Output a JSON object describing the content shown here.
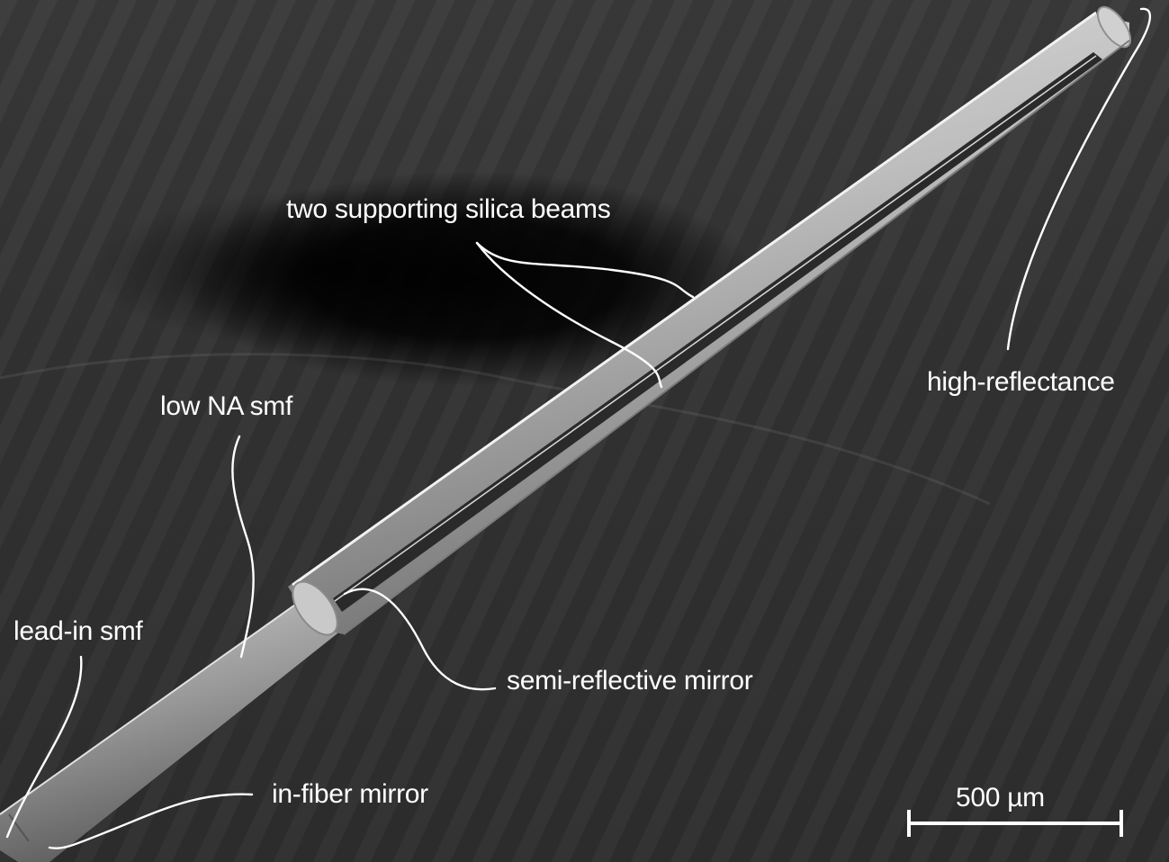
{
  "figure": {
    "type": "SEM micrograph of fiber-optic Fabry-Perot sensor",
    "background_color": "#303030",
    "label_color": "#ffffff"
  },
  "labels": {
    "beams": "two supporting silica beams",
    "high_reflectance": "high-reflectance",
    "low_na": "low NA smf",
    "lead_in": "lead-in smf",
    "semi_reflective": "semi-reflective mirror",
    "in_fiber": "in-fiber mirror"
  },
  "scale_bar": {
    "value": "500",
    "unit": "µm",
    "text": "500  µm"
  }
}
